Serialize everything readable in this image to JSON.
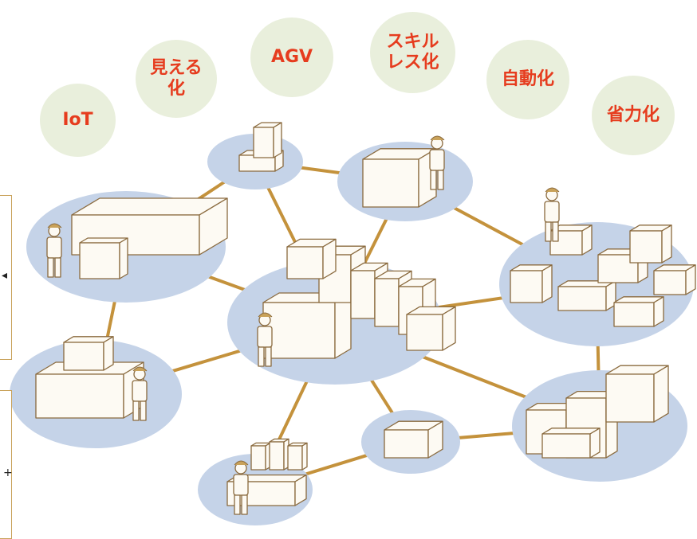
{
  "colors": {
    "bubble_fill": "#e9efdc",
    "bubble_text": "#e63c1e",
    "hub_fill": "#c5d3e8",
    "link": "#c4923c",
    "line_art": "#8a6a3e",
    "art_fill": "#fdfaf3"
  },
  "bubbles": [
    {
      "id": "iot",
      "label": "IoT"
    },
    {
      "id": "mieru",
      "label": "見える\n化"
    },
    {
      "id": "agv",
      "label": "AGV"
    },
    {
      "id": "skill",
      "label": "スキル\nレス化"
    },
    {
      "id": "jido",
      "label": "自動化"
    },
    {
      "id": "shoryoku",
      "label": "省力化"
    }
  ],
  "nodes": [
    {
      "id": "center",
      "icon": "printing-press-icon"
    },
    {
      "id": "agv",
      "icon": "forklift-icon"
    },
    {
      "id": "cutter",
      "icon": "cutting-machine-icon"
    },
    {
      "id": "collator",
      "icon": "collating-machine-icon"
    },
    {
      "id": "boxes",
      "icon": "cardboard-boxes-icon"
    },
    {
      "id": "binder",
      "icon": "binding-machine-icon"
    },
    {
      "id": "packer",
      "icon": "packaging-machine-icon"
    },
    {
      "id": "workstation",
      "icon": "computer-workstation-icon"
    },
    {
      "id": "printer",
      "icon": "printer-icon"
    }
  ]
}
